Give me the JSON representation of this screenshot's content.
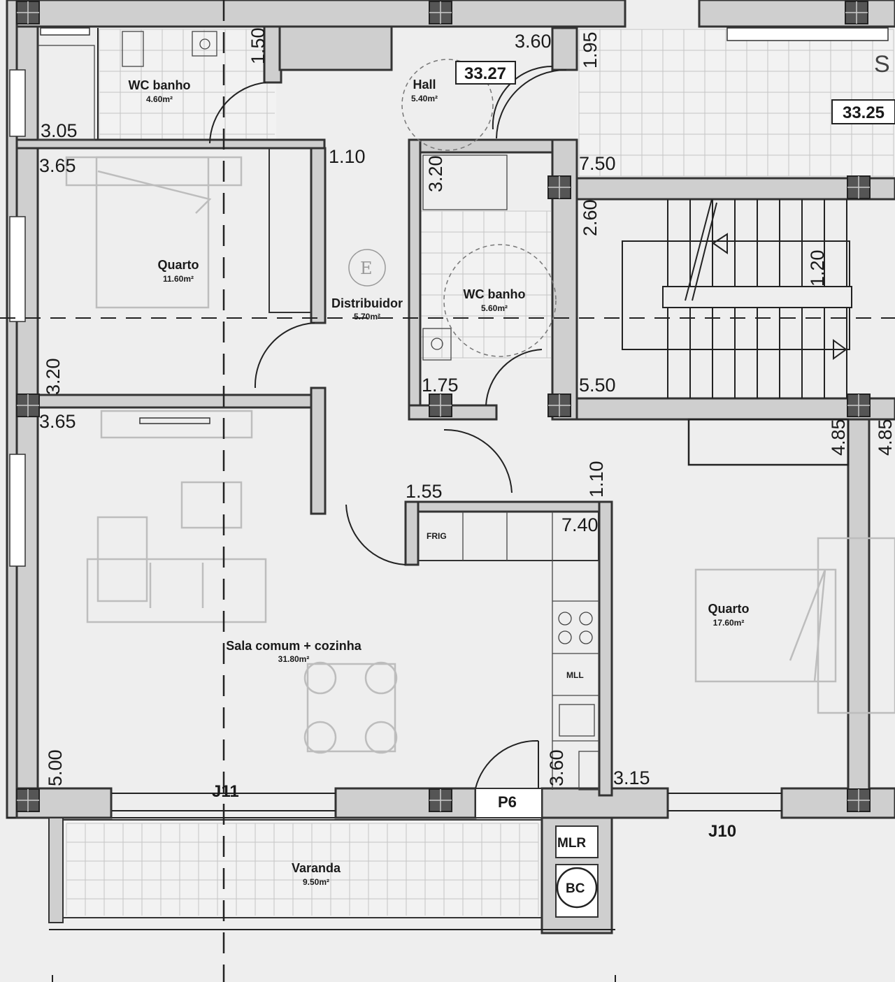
{
  "plan": {
    "rooms": [
      {
        "name": "WC banho",
        "area": "4.60m²"
      },
      {
        "name": "Hall",
        "area": "5.40m²"
      },
      {
        "name": "Quarto",
        "area": "11.60m²"
      },
      {
        "name": "Distribuidor",
        "area": "5.70m²"
      },
      {
        "name": "WC banho",
        "area": "5.60m²"
      },
      {
        "name": "Sala comum + cozinha",
        "area": "31.80m²"
      },
      {
        "name": "Quarto",
        "area": "17.60m²"
      },
      {
        "name": "Varanda",
        "area": "9.50m²"
      }
    ],
    "levels": [
      "33.27",
      "33.25"
    ],
    "dimensions": [
      "3.60",
      "1.95",
      "1.50",
      "3.05",
      "3.65",
      "1.10",
      "3.20",
      "7.50",
      "2.60",
      "1.20",
      "3.20",
      "1.75",
      "5.50",
      "3.65",
      "4.85",
      "4.85",
      "1.55",
      "1.10",
      "7.40",
      "5.00",
      "3.60",
      "3.15"
    ],
    "labels": {
      "axis_j11": "J11",
      "axis_j10": "J10",
      "door_p6": "P6",
      "mlr": "MLR",
      "bc": "BC",
      "frig": "FRIG",
      "mll": "MLL",
      "elevator": "E",
      "edge_s": "S"
    }
  }
}
